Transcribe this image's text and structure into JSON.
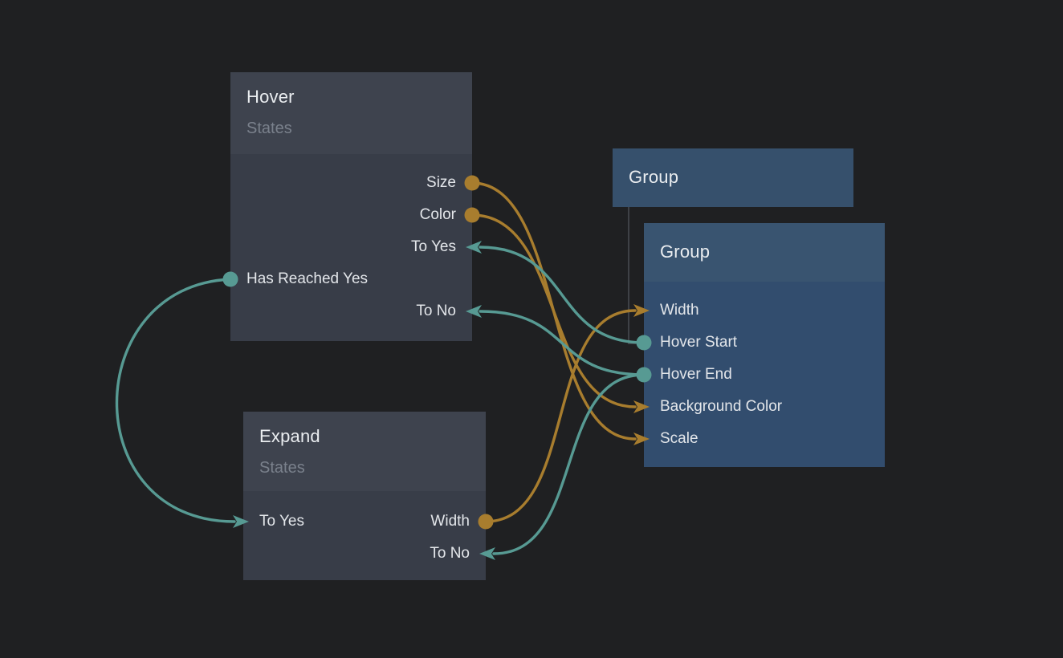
{
  "app": {
    "description": "node-based interaction editor canvas"
  },
  "colors": {
    "background": "#1f2022",
    "gold": "#a87d2e",
    "teal": "#579a93",
    "gray_node_header": "#3e434e",
    "gray_node_body": "#383d48",
    "blue_node": "#36506c",
    "blue_node_header": "#395470",
    "blue_node_body": "#324d6e",
    "hierarchy_line": "#3e4146",
    "title_text": "#eaedf0",
    "subtitle_text": "#7a818c",
    "port_text": "#e3e6ea"
  },
  "nodes": [
    {
      "id": "hover",
      "title": "Hover",
      "subtitle": "States",
      "ports": [
        {
          "id": "size",
          "label": "Size",
          "side": "right",
          "kind": "output",
          "color": "gold"
        },
        {
          "id": "color",
          "label": "Color",
          "side": "right",
          "kind": "output",
          "color": "gold"
        },
        {
          "id": "to_yes",
          "label": "To Yes",
          "side": "right",
          "kind": "input",
          "color": "teal"
        },
        {
          "id": "has_reached_yes",
          "label": "Has Reached Yes",
          "side": "left",
          "kind": "output",
          "color": "teal"
        },
        {
          "id": "to_no",
          "label": "To No",
          "side": "right",
          "kind": "input",
          "color": "teal"
        }
      ]
    },
    {
      "id": "group1",
      "title": "Group",
      "subtitle": "",
      "ports": []
    },
    {
      "id": "group2",
      "title": "Group",
      "subtitle": "",
      "ports": [
        {
          "id": "width",
          "label": "Width",
          "side": "left",
          "kind": "input",
          "color": "gold"
        },
        {
          "id": "hover_start",
          "label": "Hover Start",
          "side": "left",
          "kind": "output",
          "color": "teal"
        },
        {
          "id": "hover_end",
          "label": "Hover End",
          "side": "left",
          "kind": "output",
          "color": "teal"
        },
        {
          "id": "background_color",
          "label": "Background Color",
          "side": "left",
          "kind": "input",
          "color": "gold"
        },
        {
          "id": "scale",
          "label": "Scale",
          "side": "left",
          "kind": "input",
          "color": "gold"
        }
      ]
    },
    {
      "id": "expand",
      "title": "Expand",
      "subtitle": "States",
      "ports": [
        {
          "id": "to_yes",
          "label": "To Yes",
          "side": "left",
          "kind": "input",
          "color": "teal"
        },
        {
          "id": "width",
          "label": "Width",
          "side": "right",
          "kind": "output",
          "color": "gold"
        },
        {
          "id": "to_no",
          "label": "To No",
          "side": "right",
          "kind": "input",
          "color": "teal"
        }
      ]
    }
  ],
  "connections": [
    {
      "from": "hover.size",
      "to": "group2.scale",
      "color": "gold"
    },
    {
      "from": "hover.color",
      "to": "group2.background_color",
      "color": "gold"
    },
    {
      "from": "expand.width",
      "to": "group2.width",
      "color": "gold"
    },
    {
      "from": "group2.hover_start",
      "to": "hover.to_yes",
      "color": "teal"
    },
    {
      "from": "group2.hover_end",
      "to": "hover.to_no",
      "color": "teal"
    },
    {
      "from": "group2.hover_end",
      "to": "expand.to_no",
      "color": "teal"
    },
    {
      "from": "hover.has_reached_yes",
      "to": "expand.to_yes",
      "color": "teal"
    }
  ],
  "hierarchy_link": {
    "from": "group1",
    "to": "group2.hover_start"
  }
}
